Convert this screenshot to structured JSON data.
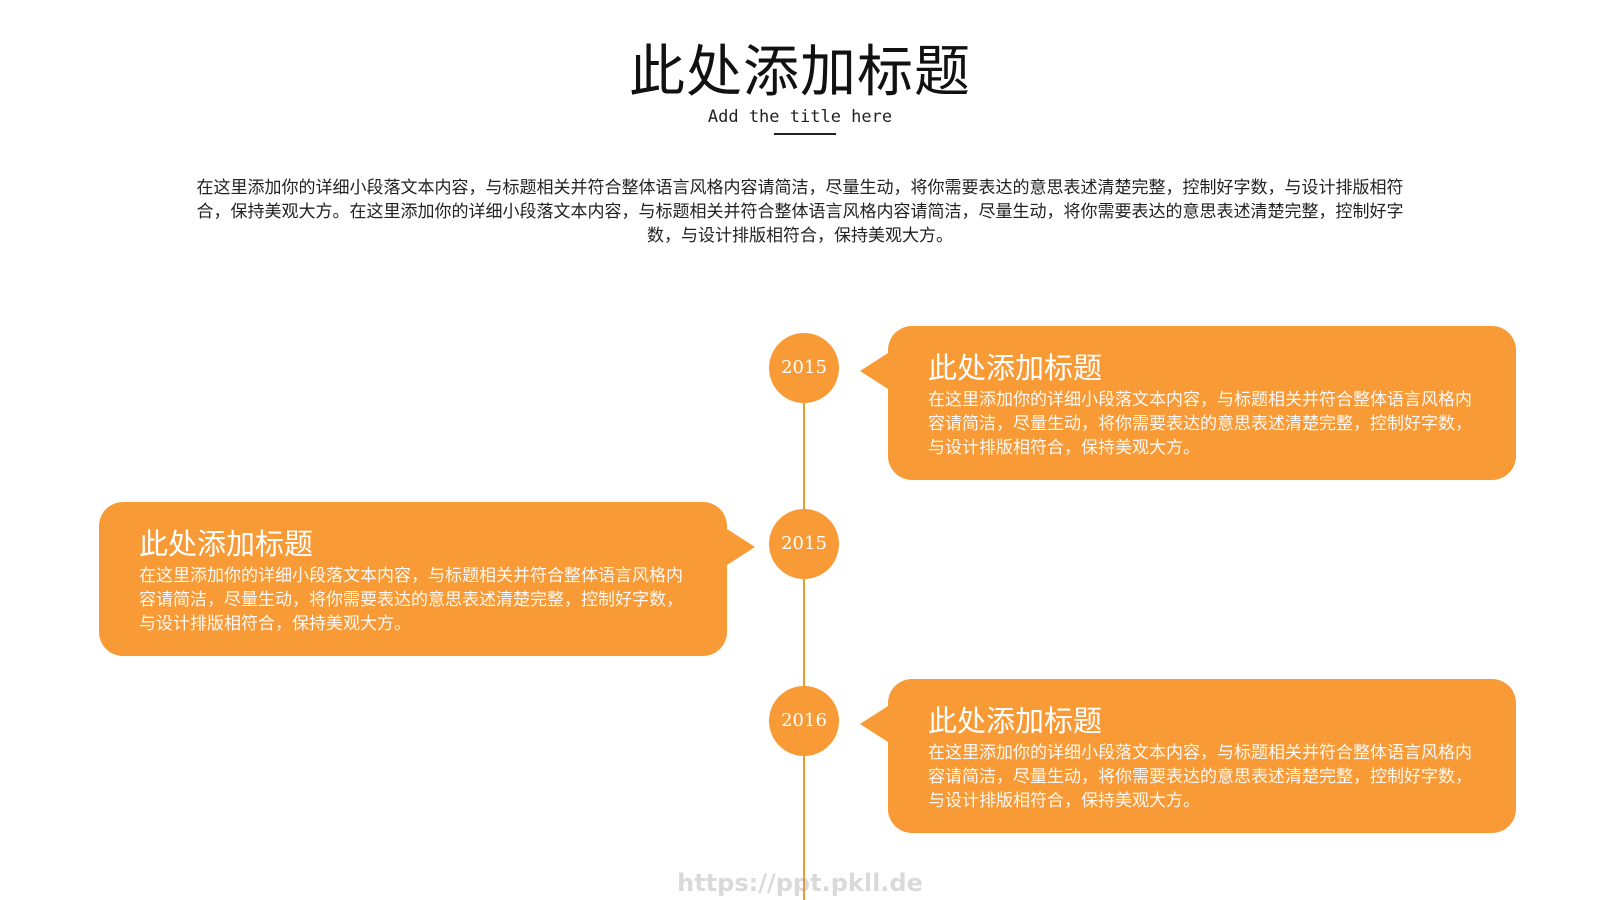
{
  "header": {
    "title": "此处添加标题",
    "subtitle": "Add the title here"
  },
  "intro": {
    "text": "在这里添加你的详细小段落文本内容，与标题相关并符合整体语言风格内容请简洁，尽量生动，将你需要表达的意思表述清楚完整，控制好字数，与设计排版相符合，保持美观大方。在这里添加你的详细小段落文本内容，与标题相关并符合整体语言风格内容请简洁，尽量生动，将你需要表达的意思表述清楚完整，控制好字数，与设计排版相符合，保持美观大方。"
  },
  "timeline": {
    "items": [
      {
        "year": "2015",
        "side": "right",
        "title": "此处添加标题",
        "text": "在这里添加你的详细小段落文本内容，与标题相关并符合整体语言风格内容请简洁，尽量生动，将你需要表达的意思表述清楚完整，控制好字数，与设计排版相符合，保持美观大方。"
      },
      {
        "year": "2015",
        "side": "left",
        "title": "此处添加标题",
        "text": "在这里添加你的详细小段落文本内容，与标题相关并符合整体语言风格内容请简洁，尽量生动，将你需要表达的意思表述清楚完整，控制好字数，与设计排版相符合，保持美观大方。"
      },
      {
        "year": "2016",
        "side": "right",
        "title": "此处添加标题",
        "text": "在这里添加你的详细小段落文本内容，与标题相关并符合整体语言风格内容请简洁，尽量生动，将你需要表达的意思表述清楚完整，控制好字数，与设计排版相符合，保持美观大方。"
      }
    ]
  },
  "watermark": {
    "text": "https://ppt.pkll.de"
  },
  "colors": {
    "accent": "#f89a36",
    "line": "#f09a2e",
    "text": "#222222"
  }
}
